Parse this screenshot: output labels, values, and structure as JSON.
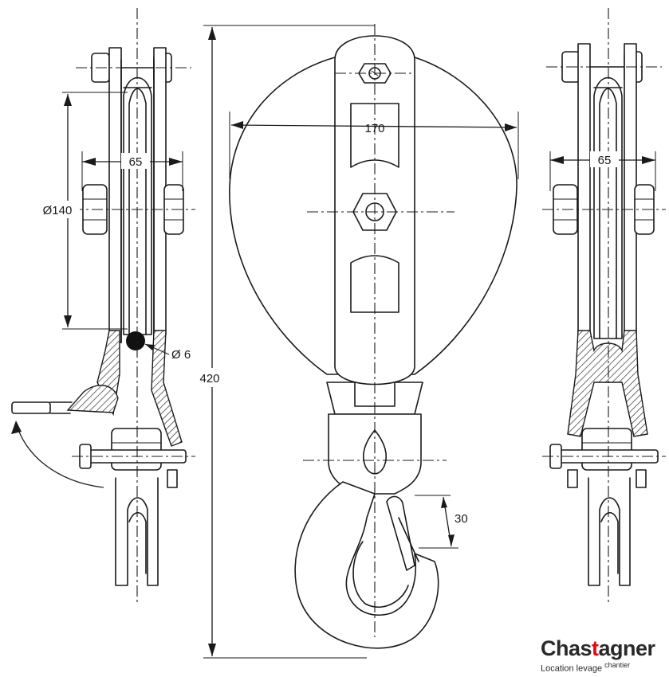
{
  "dimensions": {
    "width_front": "170",
    "height_total": "420",
    "sheave_diameter": "Ø140",
    "side_width_left": "65",
    "side_width_right": "65",
    "rope_diameter": "Ø 6",
    "hook_opening": "30"
  },
  "logo": {
    "brand": "Chastagner",
    "tagline_left": "Location levage",
    "tagline_right": "chantier",
    "accent_color": "#e30613"
  }
}
